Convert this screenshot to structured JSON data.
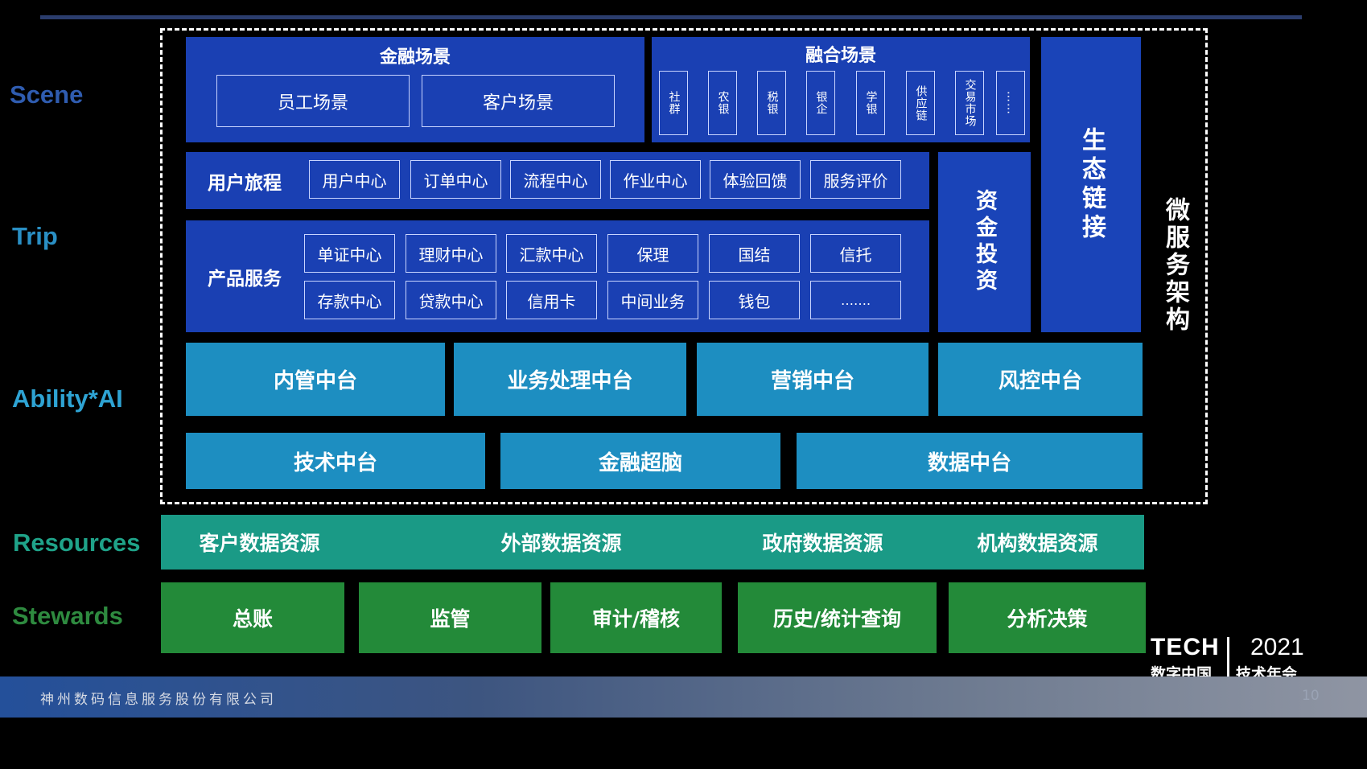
{
  "left_labels": {
    "scene": "Scene",
    "trip": "Trip",
    "ability": "Ability*AI",
    "resources": "Resources",
    "stewards": "Stewards"
  },
  "finance_scene": {
    "title": "金融场景",
    "items": [
      "员工场景",
      "客户场景"
    ]
  },
  "fusion_scene": {
    "title": "融合场景",
    "items": [
      "社群",
      "农银",
      "税银",
      "银企",
      "学银",
      "供应链",
      "交易市场",
      "……"
    ]
  },
  "user_journey": {
    "title": "用户旅程",
    "items": [
      "用户中心",
      "订单中心",
      "流程中心",
      "作业中心",
      "体验回馈",
      "服务评价"
    ]
  },
  "product_service": {
    "title": "产品服务",
    "row1": [
      "单证中心",
      "理财中心",
      "汇款中心",
      "保理",
      "国结",
      "信托"
    ],
    "row2": [
      "存款中心",
      "贷款中心",
      "信用卡",
      "中间业务",
      "钱包",
      "……."
    ]
  },
  "capital_investment": "资金投资",
  "eco_link": "生态链接",
  "microservice": "微服务架构",
  "ability_row1": [
    "内管中台",
    "业务处理中台",
    "营销中台",
    "风控中台"
  ],
  "ability_row2": [
    "技术中台",
    "金融超脑",
    "数据中台"
  ],
  "resources": [
    "客户数据资源",
    "外部数据资源",
    "政府数据资源",
    "机构数据资源"
  ],
  "stewards": [
    "总账",
    "监管",
    "审计/稽核",
    "历史/统计查询",
    "分析决策"
  ],
  "footer": {
    "company": "神州数码信息服务股份有限公司",
    "page_number": "10"
  },
  "event_logo": {
    "brand": "TECH",
    "year": "2021",
    "left_caption": "数字中国",
    "right_caption": "技术年会"
  },
  "colors": {
    "scene_blue": "#1a40b3",
    "ability_cyan": "#1d8ec1",
    "resources_teal": "#1a9a86",
    "stewards_green": "#238a39"
  }
}
